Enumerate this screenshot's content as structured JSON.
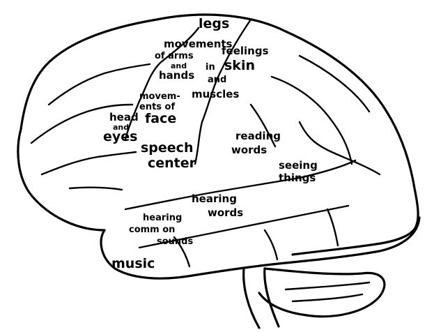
{
  "labels": {
    "legs": "legs",
    "movements": "movements",
    "of_arms": "of arms",
    "and_1": "and",
    "hands": "hands",
    "feelings": "feelings",
    "in": "in",
    "skin": "skin",
    "and_2": "and",
    "muscles": "muscles",
    "movements_2": "movem-",
    "ents_of": "ents of",
    "face": "face",
    "head": "head",
    "and_3": "and",
    "eyes": "eyes",
    "speech": "speech",
    "center": "center",
    "reading": "reading",
    "words_1": "words",
    "seeing": "seeing",
    "things": "things",
    "hearing_1": "hearing",
    "words_2": "words",
    "hearing_2": "hearing",
    "common": "comm on",
    "sounds": "sounds",
    "music": "music"
  }
}
